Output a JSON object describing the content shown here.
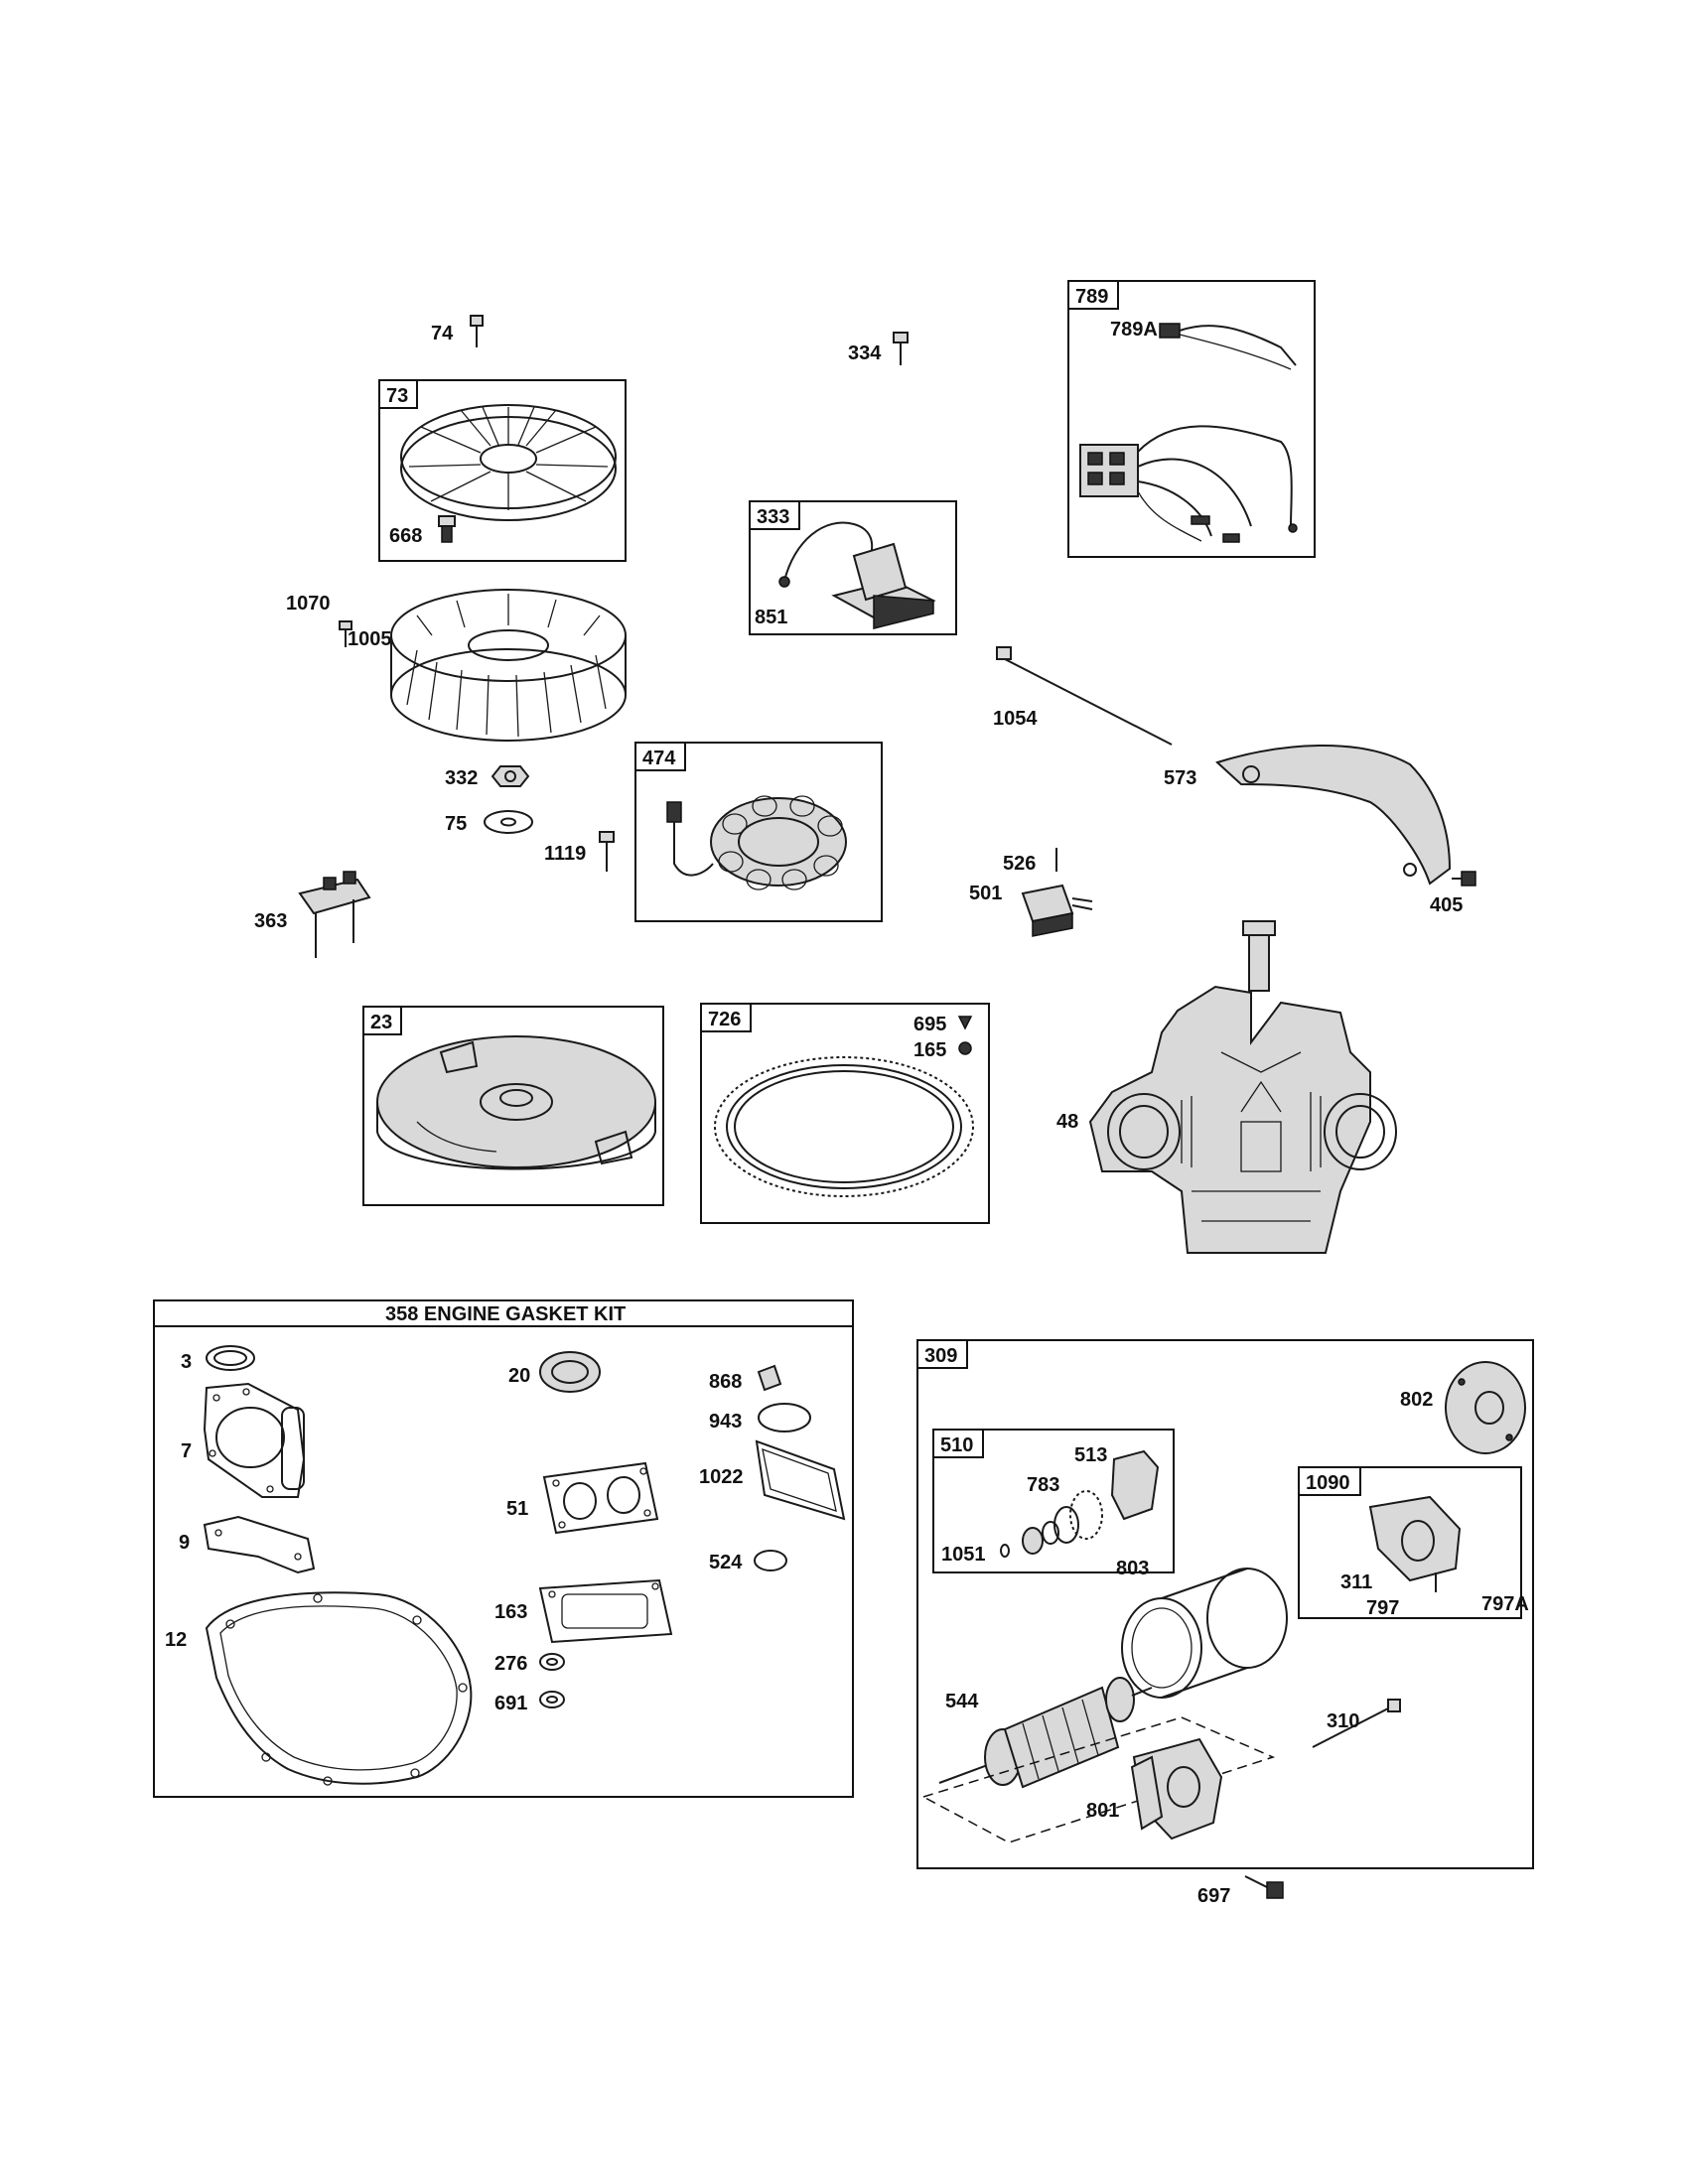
{
  "boxes": {
    "b73": "73",
    "b333": "333",
    "b789": "789",
    "b474": "474",
    "b23": "23",
    "b726": "726",
    "b309": "309",
    "b510": "510",
    "b1090": "1090"
  },
  "gasket_kit_title": "358 ENGINE GASKET KIT",
  "labels": {
    "l74": "74",
    "l668": "668",
    "l1070": "1070",
    "l1005": "1005",
    "l334": "334",
    "l851": "851",
    "l789A": "789A",
    "l1054": "1054",
    "l573": "573",
    "l332": "332",
    "l75": "75",
    "l1119": "1119",
    "l363": "363",
    "l526": "526",
    "l501": "501",
    "l405": "405",
    "l695": "695",
    "l165": "165",
    "l48": "48",
    "l3": "3",
    "l7": "7",
    "l9": "9",
    "l12": "12",
    "l20": "20",
    "l51": "51",
    "l163": "163",
    "l276": "276",
    "l691": "691",
    "l868": "868",
    "l943": "943",
    "l1022": "1022",
    "l524": "524",
    "l802": "802",
    "l513": "513",
    "l783": "783",
    "l1051": "1051",
    "l311": "311",
    "l797": "797",
    "l797A": "797A",
    "l803": "803",
    "l544": "544",
    "l310": "310",
    "l801": "801",
    "l697": "697"
  }
}
